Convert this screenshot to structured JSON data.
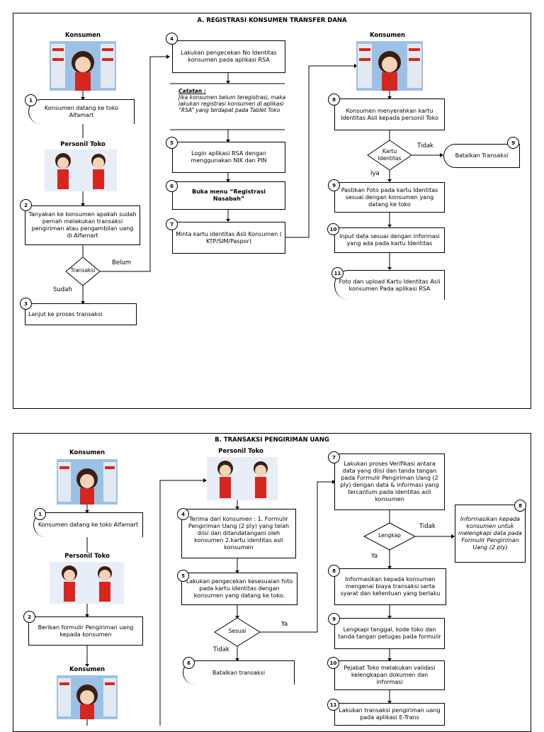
{
  "panel_a": {
    "title": "A. REGISTRASI KONSUMEN TRANSFER DANA",
    "actor_konsumen_left": "Konsumen",
    "actor_personil": "Personil Toko",
    "actor_konsumen_right": "Konsumen",
    "step1": "Konsumen datang ke toko Alfamart",
    "step2": "Tanyakan ke konsumen apakah sudah pernah melakukan transaksi pengiriman atau pengambilan uang di Alfamart",
    "decision": "Transaksi",
    "belum": "Belum",
    "sudah": "Sudah",
    "step3": "Lanjut ke proses transaksi",
    "step4": "Lakukan pengecekan No Identitas konsumen pada aplikasi RSA",
    "note_title": "Catatan :",
    "note_body": "Jika konsumen belum teregistrasi, maka lakukan registrasi konsumen di aplikasi “RSA” yang terdapat pada Tablet Toko",
    "step5": "Login aplikasi RSA dengan menggunakan NIK dan PIN",
    "step6": "Buka menu “Registrasi Nasabah”",
    "step7": "Minta kartu identitas Asli Konsumen ( KTP/SIM/Paspor)",
    "step8": "Konsumen menyerahkan kartu Identitas Asli kepada personil Toko",
    "decision2": "Kartu Identitas",
    "tidak": "Tidak",
    "iya": "Iya",
    "step9b": "Batalkan Transaksi",
    "step9": "Pastikan Foto pada kartu Identitas sesuai dengan konsumen yang datang ke toko",
    "step10": "Input data sesuai dengan informasi yang ada pada kartu Identitas",
    "step11": "Foto dan upload Kartu Identitas Asli konsumen Pada aplikasi RSA"
  },
  "panel_b": {
    "title": "B. TRANSAKSI PENGIRIMAN UANG",
    "actor_konsumen_top": "Konsumen",
    "actor_personil_mid": "Personil Toko",
    "actor_personil_left": "Personil Toko",
    "actor_konsumen_bottom": "Konsumen",
    "step1": "Konsumen datang ke toko Alfamart",
    "step2": "Berikan formulir Pengiriman uang kepada konsumen",
    "step4": "Terima dari konsumen : 1. Formulir Pengiriman Uang (2 ply) yang telah diisi dan ditandatangani oleh konsumen 2.kartu identitas asli konsumen",
    "step5": "Lakukan pengecekan kesesuaian foto pada kartu identitas dengan konsumen yang datang ke toko.",
    "decision": "Sesuai",
    "ya": "Ya",
    "tidak": "Tidak",
    "step6": "Batalkan transaksi",
    "step7": "Lakukan proses Verifikasi antara data yang diisi dan tanda tangan pada Formulir Pengiriman Uang (2 ply) dengan data & informasi yang tercantum pada identitas asli konsumen",
    "decision2": "Lengkap",
    "tidak2": "Tidak",
    "ya2": "Ya",
    "step8b": "Informasikan kepada konsumen untuk melengkapi data pada Formulir Pengiriman Uang (2 ply)",
    "step8": "Informasikan kepada konsumen mengenai biaya transaksi serta syarat dan ketentuan yang berlaku",
    "step9": "Lengkapi tanggal, kode toko dan tanda tangan petugas pada formulir",
    "step10": "Pejabat Toko melakukan validasi kelengkapan dokumen dan informasi",
    "step11": "Lakukan transaksi pengiriman uang pada aplikasi E-Trans"
  },
  "colors": {
    "accent_red": "#d7261e",
    "store_blue": "#7fa9d6"
  },
  "icons": [
    "woman-clerk-icon",
    "man-clerk-icon",
    "store-customer-icon"
  ]
}
